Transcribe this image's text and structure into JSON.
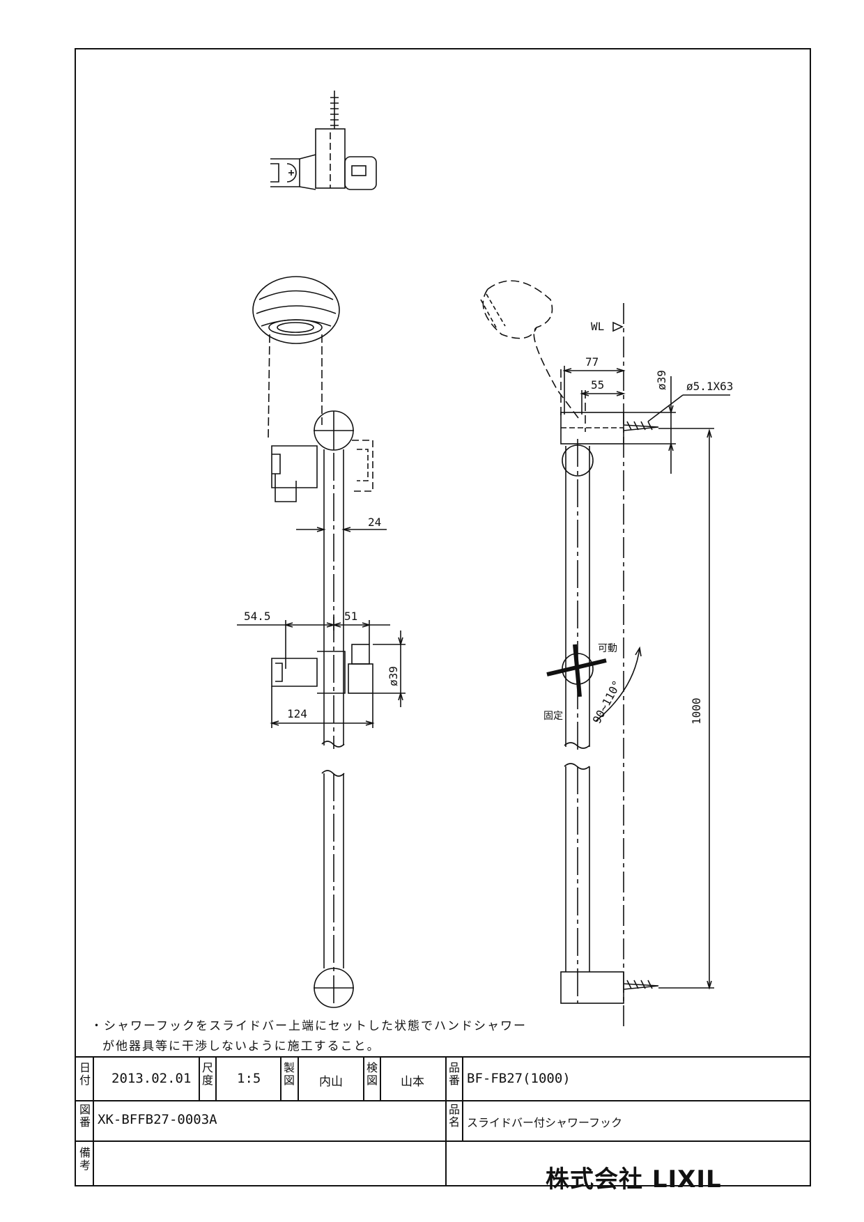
{
  "notes": [
    "・シャワーフックをスライドバー上端にセットした状態でハンドシャワー",
    "が他器具等に干渉しないように施工すること。"
  ],
  "dimensions": {
    "bar_width": "24",
    "hook_left": "54.5",
    "hook_right": "51",
    "hook_length": "124",
    "hook_dia": "ø39",
    "depth_outer": "77",
    "depth_inner": "55",
    "bracket_dia": "ø39",
    "screw": "ø5.1X63",
    "bar_length": "1000",
    "angle": "90~110°",
    "wl": "WL"
  },
  "labels": {
    "movable": "可動",
    "fixed": "固定"
  },
  "title_block": {
    "date_label": "日付",
    "date": "2013.02.01",
    "scale_label": "尺度",
    "scale": "1:5",
    "drawn_label": "製図",
    "drawn": "内山",
    "checked_label": "検図",
    "checked": "山本",
    "part_no_label": "品番",
    "part_no": "BF-FB27(1000)",
    "drawing_no_label": "図番",
    "drawing_no": "XK-BFFB27-0003A",
    "product_label": "品名",
    "product": "スライドバー付シャワーフック",
    "remarks_label": "備考",
    "company": "株式会社 LIXIL"
  }
}
